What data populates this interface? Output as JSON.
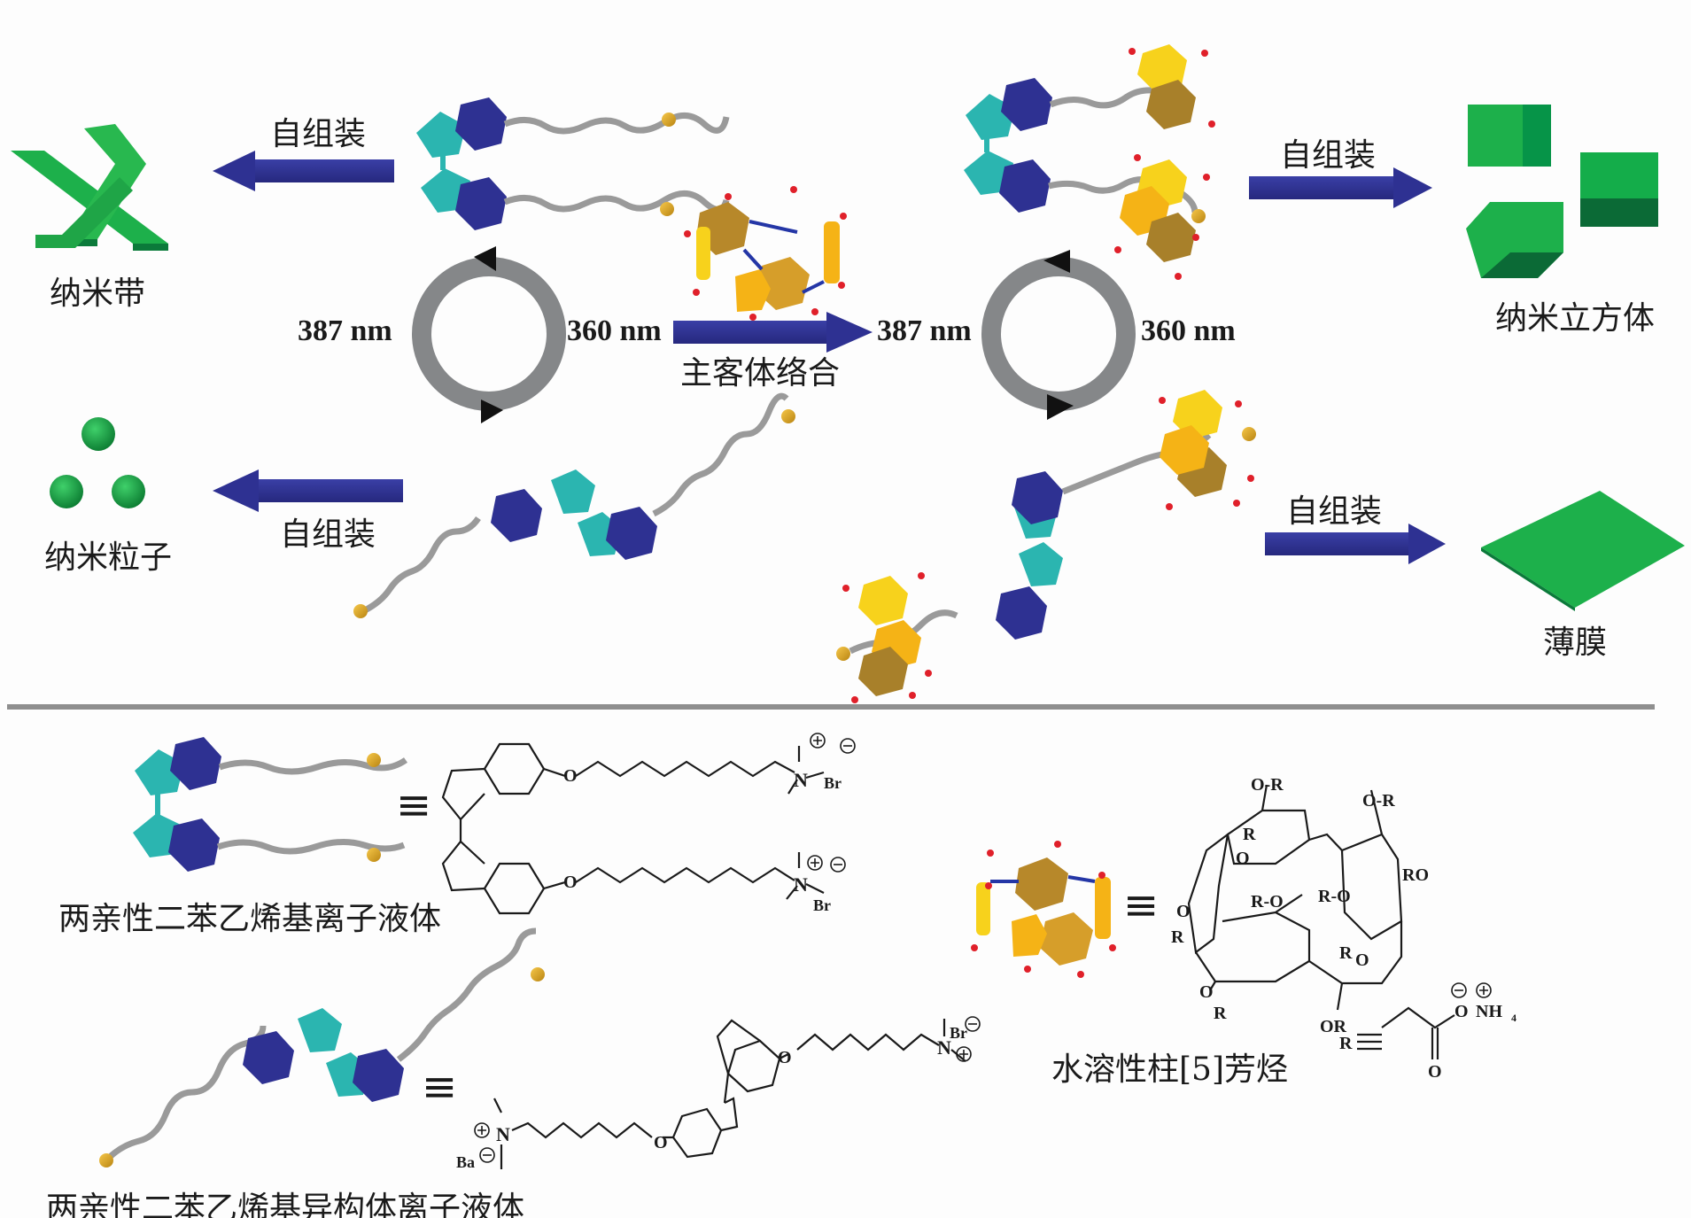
{
  "colors": {
    "arrow": "#2e3192",
    "hexagon": "#2e3192",
    "pentagon": "#2bb5b0",
    "chain": "#9a9a9a",
    "chain_end": "#e0a526",
    "product_green": "#1db04b",
    "product_green_dark": "#0b7a3a",
    "cycle_ring": "#858789",
    "host_dark": "#a8802a",
    "host_light": "#f7d21c",
    "host_orange": "#f5b316",
    "host_oxygen": "#e0202a",
    "divider": "#8f8f8f"
  },
  "top": {
    "left_cycle": {
      "left_label": "387 nm",
      "right_label": "360 nm"
    },
    "right_cycle": {
      "left_label": "387 nm",
      "right_label": "360 nm"
    },
    "host_guest_arrow_label": "主客体络合",
    "self_assembly_label": "自组装",
    "products": {
      "nanobelt": "纳米带",
      "nanoparticle": "纳米粒子",
      "nanocube": "纳米立方体",
      "film": "薄膜"
    }
  },
  "bottom": {
    "equiv_symbol": "≡",
    "amphiphilic_il": {
      "name": "两亲性二苯乙烯基离子液体",
      "atoms": {
        "o": "O",
        "n": "N",
        "br": "Br",
        "plus": "+",
        "minus": "−"
      }
    },
    "amphiphilic_isomer_il": {
      "name": "两亲性二苯乙烯基异构体离子液体",
      "atoms": {
        "o": "O",
        "n": "N",
        "br": "Br",
        "ba": "Ba"
      }
    },
    "pillararene": {
      "name": "水溶性柱[5]芳烃",
      "substituents": [
        "O-R",
        "O-R",
        "R",
        "O",
        "RO",
        "R-O",
        "R-O",
        "O",
        "R",
        "R",
        "O",
        "O",
        "R",
        "OR"
      ],
      "r_group": {
        "r": "R",
        "o_minus": "O",
        "counter_ion": "NH",
        "counter_sub": "4",
        "carbonyl_o": "O"
      }
    }
  }
}
